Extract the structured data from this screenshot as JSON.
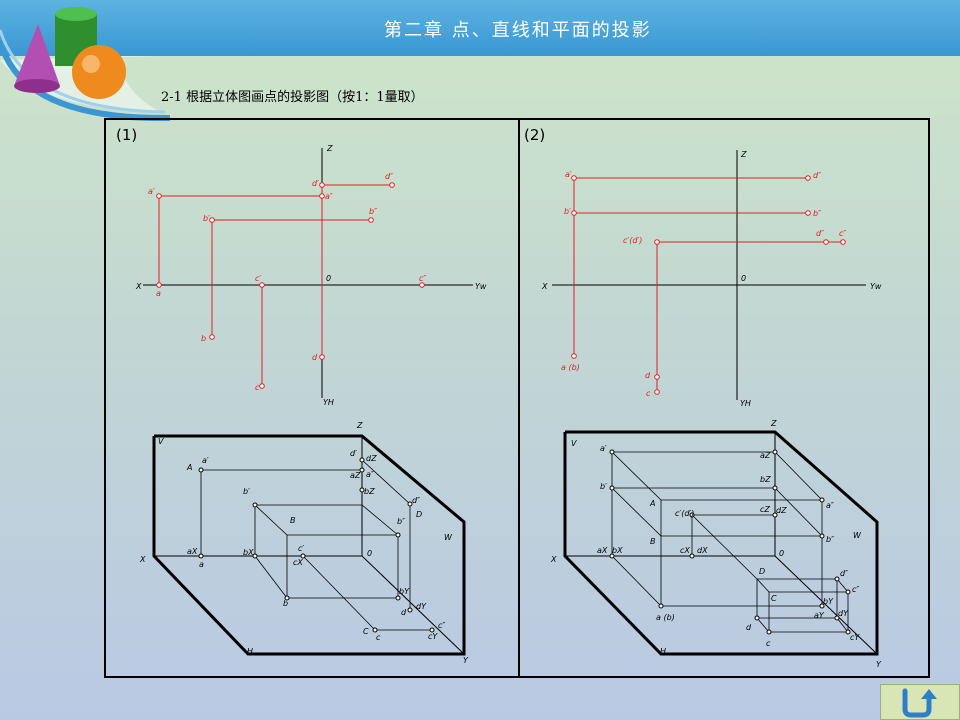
{
  "header": {
    "title": "第二章 点、直线和平面的投影"
  },
  "subtitle": "2-1 根据立体图画点的投影图（按1：1量取）",
  "panels": {
    "left_label": "(1)",
    "right_label": "(2)"
  },
  "labels1": {
    "Z": "Z",
    "X": "X",
    "YW": "Yw",
    "YH": "YH",
    "O": "0",
    "a1": "a′",
    "a2": "a″",
    "a": "a",
    "b1": "b′",
    "b2": "b″",
    "b": "b",
    "c1": "c′",
    "c2": "c″",
    "c": "c",
    "d1": "d′",
    "d2": "d″",
    "d": "d"
  },
  "labels2": {
    "Z": "Z",
    "X": "X",
    "YW": "Yw",
    "YH": "YH",
    "O": "0",
    "a1": "a′",
    "b1": "b′",
    "d2": "d″",
    "b2": "b″",
    "cd1": "c′(d′)",
    "dd": "d″",
    "cc": "c″",
    "ab": "a (b)",
    "d": "d",
    "c": "c"
  },
  "iso1": {
    "V": "V",
    "Z": "Z",
    "W": "W",
    "X": "X",
    "H": "H",
    "Y": "Y",
    "O": "0",
    "A": "A",
    "a1": "a′",
    "aZ": "aZ",
    "a2": "a″",
    "aX": "aX",
    "a": "a",
    "d1": "d′",
    "dZ": "dZ",
    "bZ": "bZ",
    "b1": "b′",
    "B": "B",
    "b2": "b″",
    "bX": "bX",
    "c1": "c′",
    "cX": "cX",
    "bY": "bY",
    "b": "b",
    "D": "D",
    "d2": "d″",
    "d": "d",
    "dY": "dY",
    "C": "C",
    "c": "c",
    "c2": "c″",
    "cY": "cY"
  },
  "iso2": {
    "V": "V",
    "Z": "Z",
    "W": "W",
    "X": "X",
    "H": "H",
    "Y": "Y",
    "O": "0",
    "a1": "a′",
    "aZ": "aZ",
    "bZ": "bZ",
    "b1": "b′",
    "A": "A",
    "cd1": "c′(d′)",
    "cZ": "cZ",
    "dZ": "dZ",
    "a2": "a″",
    "b2": "b″",
    "B": "B",
    "aX": "aX",
    "bX": "bX",
    "cX": "cX",
    "dX": "dX",
    "D": "D",
    "d2": "d″",
    "C": "C",
    "c2": "c″",
    "bY": "bY",
    "dY": "dY",
    "aY": "aY",
    "cY": "cY",
    "ab": "a (b)",
    "d": "d",
    "c": "c"
  },
  "colors": {
    "accent": "#e02020",
    "line": "#000000",
    "header": "#3a97d3"
  },
  "nav": {
    "icon": "return-arrow-icon"
  }
}
